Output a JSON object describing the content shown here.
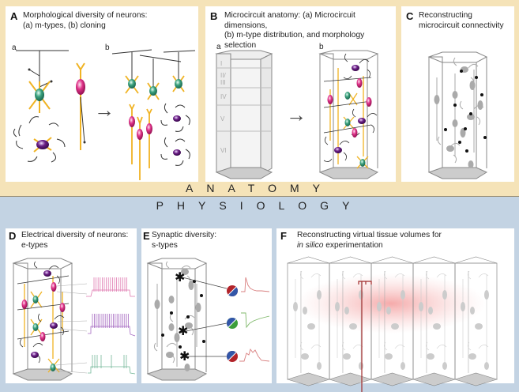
{
  "bands": {
    "anatomy": "ANATOMY",
    "physiology": "PHYSIOLOGY"
  },
  "colors": {
    "anatomy_bg": "#f5e3b8",
    "physiology_bg": "#c3d3e3",
    "axon": "#f0b323",
    "pyramidal": "#e0348a",
    "basket": "#3aa17e",
    "chandelier": "#6b1f86",
    "excitatory_trace": "#d98080",
    "inhibitory_trace": "#7fb86a",
    "virtual_tissue_highlight": "#f2a0a0"
  },
  "panels": {
    "A": {
      "letter": "A",
      "title_line1": "Morphological diversity of neurons:",
      "title_line2": "(a) m-types, (b) cloning",
      "sub_a": "a",
      "sub_b": "b"
    },
    "B": {
      "letter": "B",
      "title_line1": "Microcircuit anatomy: (a) Microcircuit dimensions,",
      "title_line2": "(b) m-type distribution, and morphology selection",
      "sub_a": "a",
      "sub_b": "b",
      "layers": [
        "I",
        "II/\nIII",
        "IV",
        "V",
        "VI"
      ]
    },
    "C": {
      "letter": "C",
      "title_line1": "Reconstructing",
      "title_line2": "microcircuit connectivity"
    },
    "D": {
      "letter": "D",
      "title_line1": "Electrical diversity of neurons:",
      "title_line2": "e-types"
    },
    "E": {
      "letter": "E",
      "title_line1": "Synaptic diversity:",
      "title_line2": "s-types"
    },
    "F": {
      "letter": "F",
      "title_line1": "Reconstructing virtual tissue volumes for",
      "title_line2_italic": "in silico",
      "title_line2_rest": " experimentation"
    }
  },
  "arrows": {
    "glyph": "→"
  }
}
